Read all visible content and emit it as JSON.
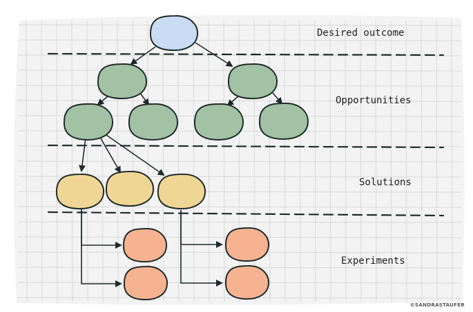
{
  "labels": {
    "desired_outcome": "Desired outcome",
    "opportunities": "Opportunities",
    "solutions": "Solutions",
    "experiments": "Experiments"
  },
  "credit": "©SANDRASTAUFER",
  "colors": {
    "paper": "#f3f3f3",
    "grid": "#d9d9d9",
    "ink": "#1f2a2a",
    "outcome_fill": "#c9dcf3",
    "opportunity_fill": "#a3c2a5",
    "solution_fill": "#f0d695",
    "experiment_fill": "#f6b391"
  },
  "diagram": {
    "levels": [
      "desired outcome",
      "opportunities",
      "solutions",
      "experiments"
    ],
    "node_counts": {
      "outcome": 1,
      "opportunities": 6,
      "solutions": 3,
      "experiments": 4
    }
  }
}
